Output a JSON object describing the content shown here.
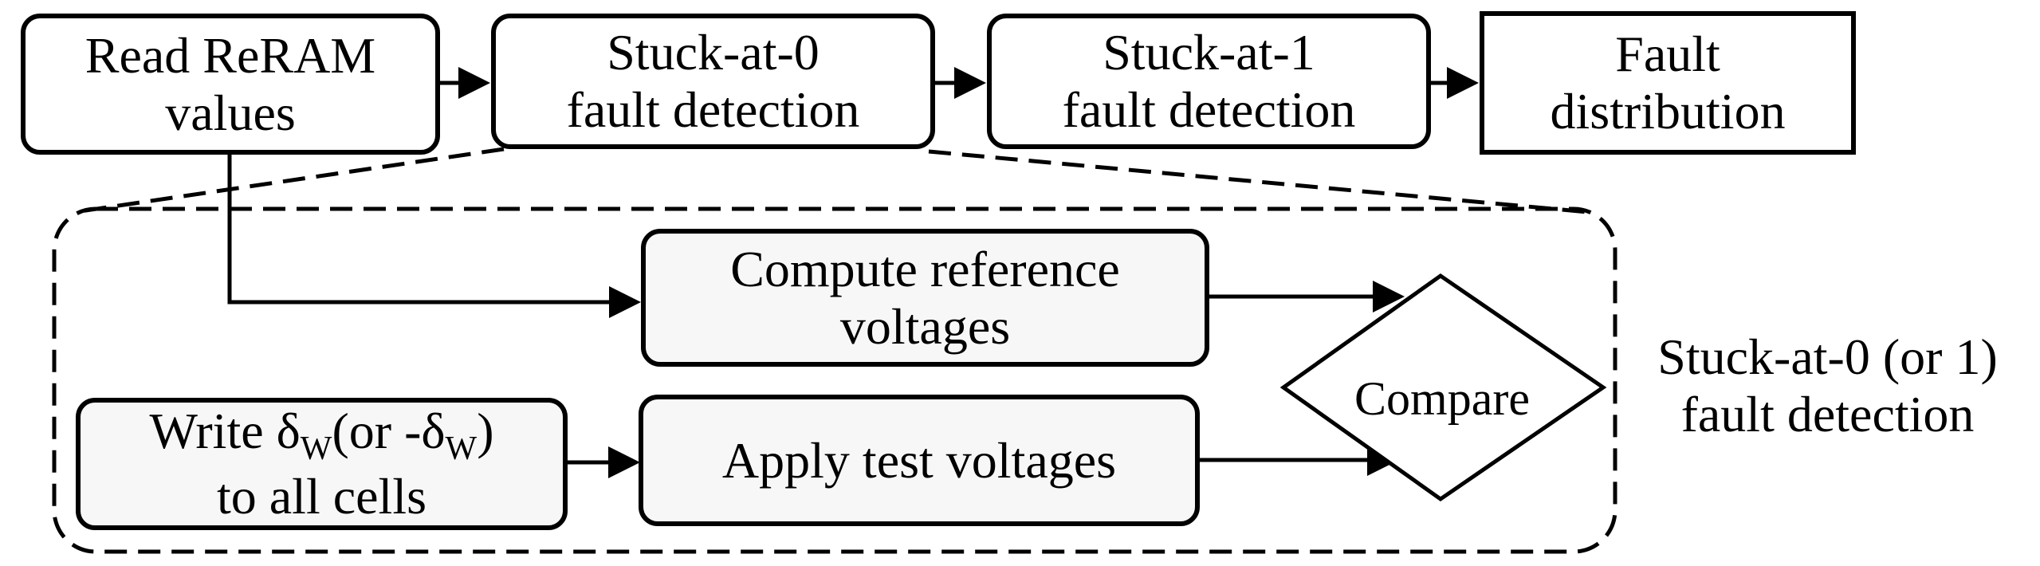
{
  "top_flow": {
    "read_values": {
      "line1": "Read ReRAM",
      "line2": "values"
    },
    "sa0_detection": {
      "line1": "Stuck-at-0",
      "line2": "fault detection"
    },
    "sa1_detection": {
      "line1": "Stuck-at-1",
      "line2": "fault detection"
    },
    "fault_distribution": {
      "line1": "Fault",
      "line2": "distribution"
    }
  },
  "detail": {
    "compute_reference": {
      "line1": "Compute reference",
      "line2": "voltages"
    },
    "write_delta": {
      "write": "Write ",
      "delta1": "δ",
      "sub1": "W",
      "middle": "(or -",
      "delta2": "δ",
      "sub2": "W",
      "close": ")",
      "line2": "to all cells"
    },
    "apply_test": "Apply test voltages",
    "compare": "Compare",
    "group_label": {
      "line1": "Stuck-at-0 (or 1)",
      "line2": "fault detection"
    }
  }
}
